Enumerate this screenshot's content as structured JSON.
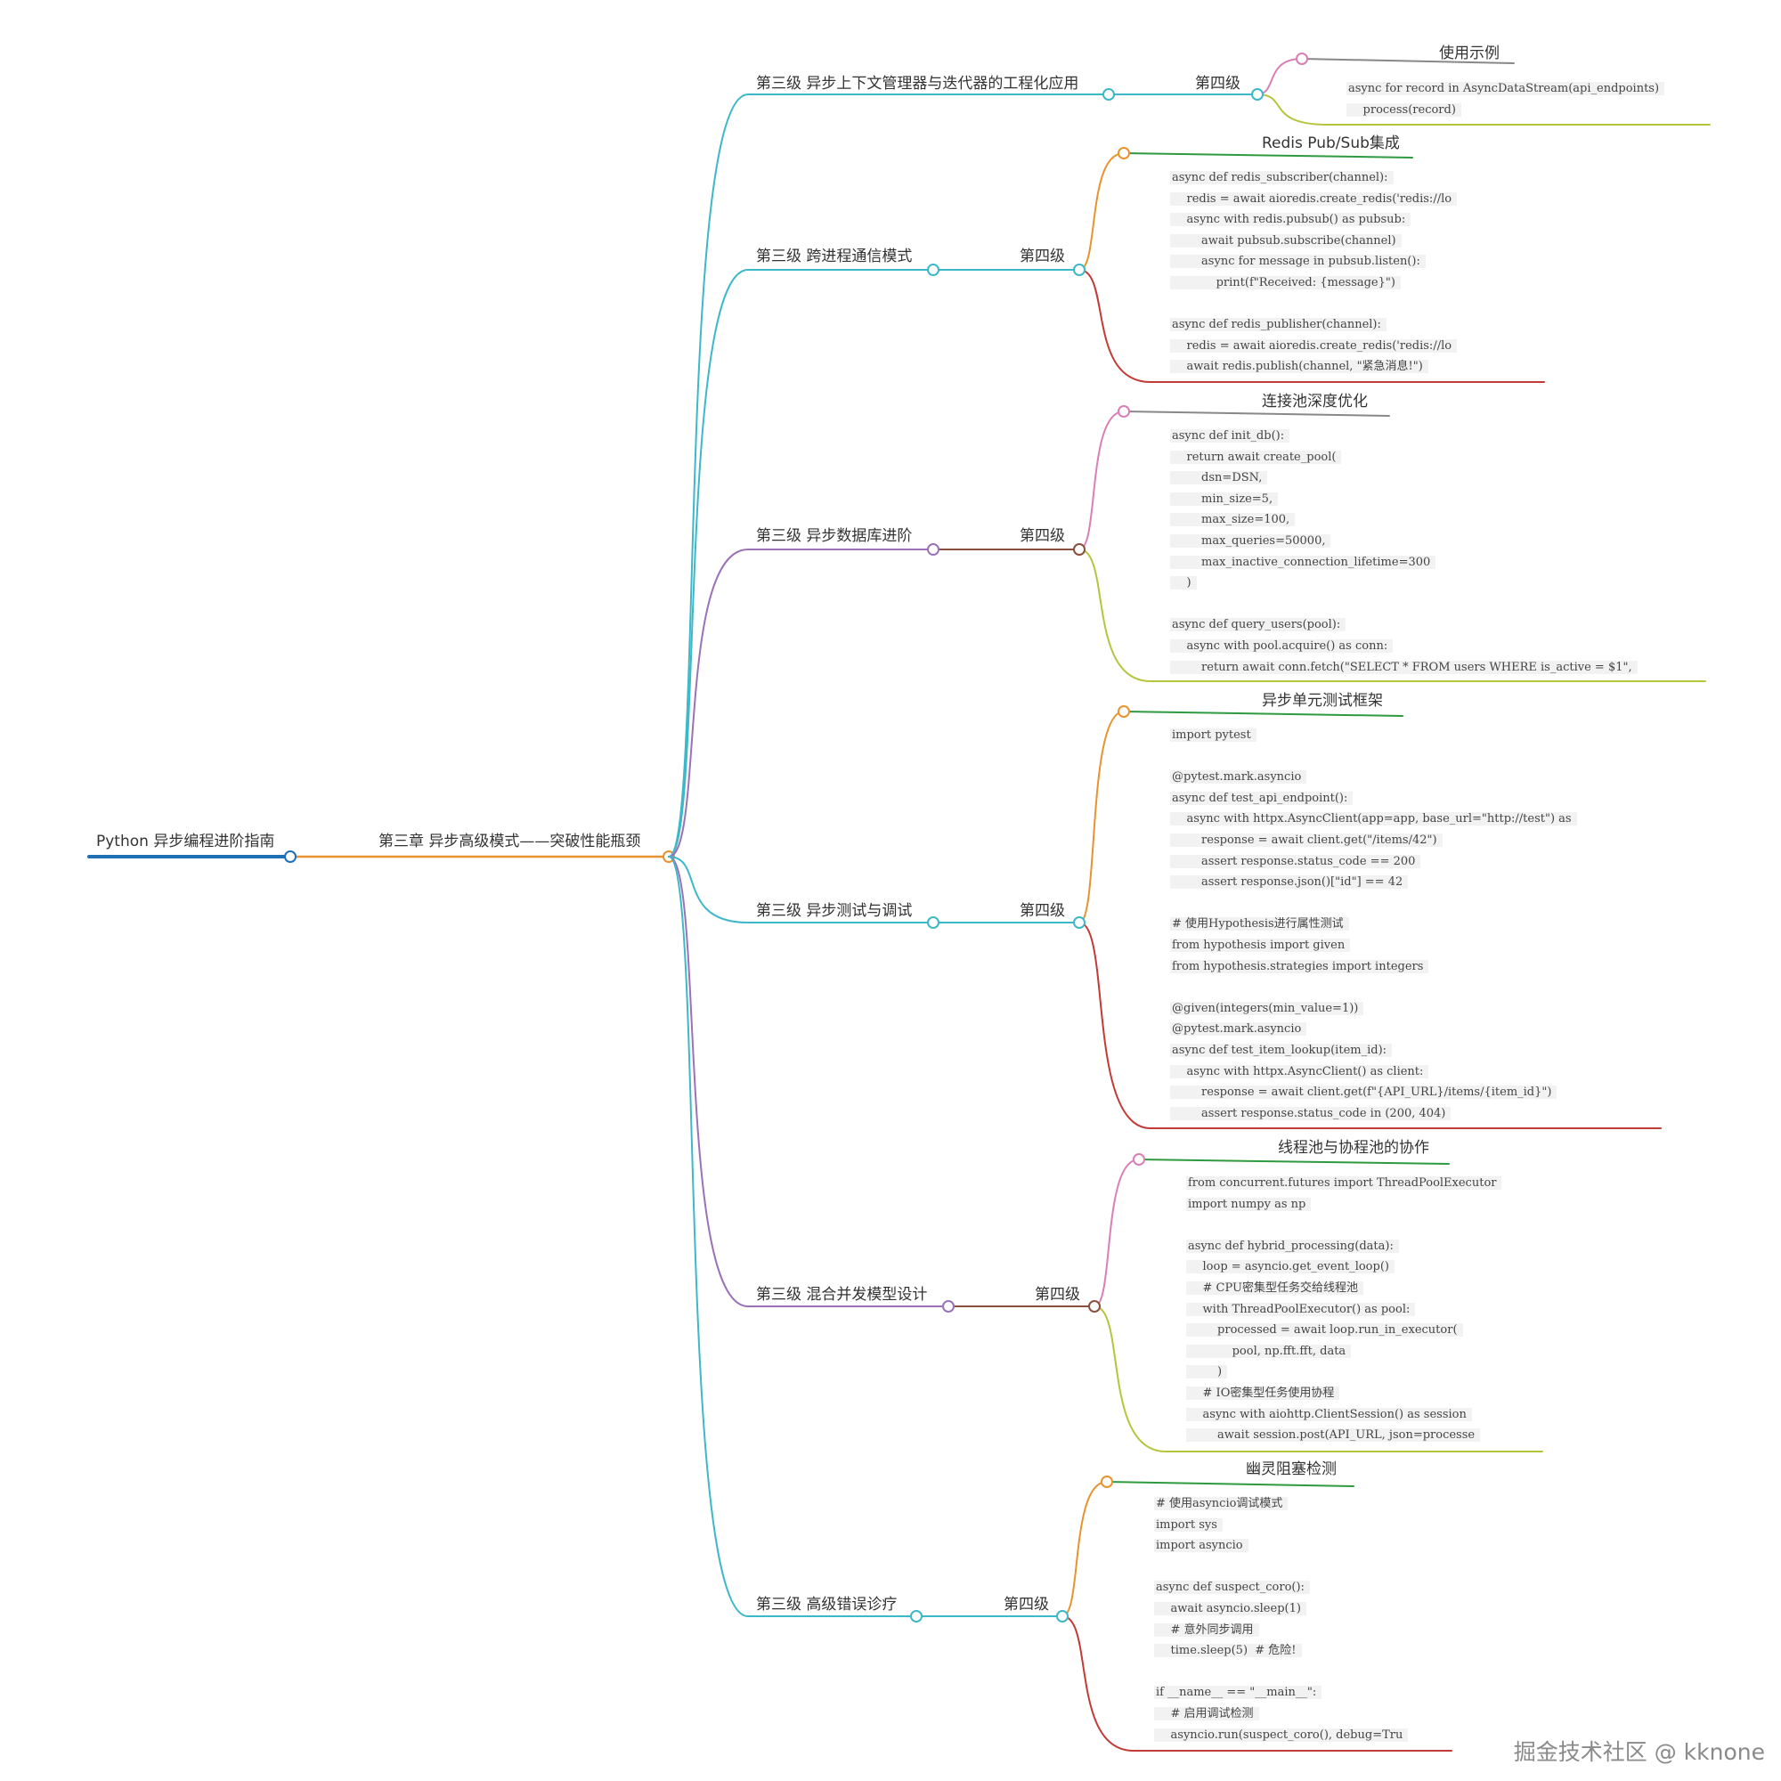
{
  "colors": {
    "blue": "#1f6fb5",
    "orange": "#e8932f",
    "teal": "#3db8c9",
    "purple": "#9b72b8",
    "brown": "#8a4f3e",
    "pink": "#d97fb6",
    "olive": "#b5c53b",
    "green": "#2e9a3f",
    "red": "#c23b36",
    "grey": "#888888",
    "node_fill": "#ffffff"
  },
  "root": {
    "label": "Python 异步编程进阶指南"
  },
  "chapter": {
    "label": "第三章 异步高级模式——突破性能瓶颈"
  },
  "branches": [
    {
      "id": "b1",
      "label": "第三级 异步上下文管理器与迭代器的工程化应用",
      "level4": "第四级",
      "children": [
        {
          "kind": "title",
          "label": "使用示例"
        },
        {
          "kind": "code",
          "lines": [
            "async for record in AsyncDataStream(api_endpoints)",
            "    process(record)"
          ]
        }
      ]
    },
    {
      "id": "b2",
      "label": "第三级 跨进程通信模式",
      "level4": "第四级",
      "children": [
        {
          "kind": "title",
          "label": "Redis Pub/Sub集成"
        },
        {
          "kind": "code",
          "lines": [
            "async def redis_subscriber(channel):",
            "    redis = await aioredis.create_redis('redis://lo",
            "    async with redis.pubsub() as pubsub:",
            "        await pubsub.subscribe(channel)",
            "        async for message in pubsub.listen():",
            "            print(f\"Received: {message}\")",
            "",
            "async def redis_publisher(channel):",
            "    redis = await aioredis.create_redis('redis://lo",
            "    await redis.publish(channel, \"紧急消息!\")"
          ]
        }
      ]
    },
    {
      "id": "b3",
      "label": "第三级 异步数据库进阶",
      "level4": "第四级",
      "children": [
        {
          "kind": "title",
          "label": "连接池深度优化"
        },
        {
          "kind": "code",
          "lines": [
            "async def init_db():",
            "    return await create_pool(",
            "        dsn=DSN,",
            "        min_size=5,",
            "        max_size=100,",
            "        max_queries=50000,",
            "        max_inactive_connection_lifetime=300",
            "    )",
            "",
            "async def query_users(pool):",
            "    async with pool.acquire() as conn:",
            "        return await conn.fetch(\"SELECT * FROM users WHERE is_active = $1\","
          ]
        }
      ]
    },
    {
      "id": "b4",
      "label": "第三级 异步测试与调试",
      "level4": "第四级",
      "children": [
        {
          "kind": "title",
          "label": "异步单元测试框架"
        },
        {
          "kind": "code",
          "lines": [
            "import pytest",
            "",
            "@pytest.mark.asyncio",
            "async def test_api_endpoint():",
            "    async with httpx.AsyncClient(app=app, base_url=\"http://test\") as",
            "        response = await client.get(\"/items/42\")",
            "        assert response.status_code == 200",
            "        assert response.json()[\"id\"] == 42",
            "",
            "# 使用Hypothesis进行属性测试",
            "from hypothesis import given",
            "from hypothesis.strategies import integers",
            "",
            "@given(integers(min_value=1))",
            "@pytest.mark.asyncio",
            "async def test_item_lookup(item_id):",
            "    async with httpx.AsyncClient() as client:",
            "        response = await client.get(f\"{API_URL}/items/{item_id}\")",
            "        assert response.status_code in (200, 404)"
          ]
        }
      ]
    },
    {
      "id": "b5",
      "label": "第三级 混合并发模型设计",
      "level4": "第四级",
      "children": [
        {
          "kind": "title",
          "label": "线程池与协程池的协作"
        },
        {
          "kind": "code",
          "lines": [
            "from concurrent.futures import ThreadPoolExecutor",
            "import numpy as np",
            "",
            "async def hybrid_processing(data):",
            "    loop = asyncio.get_event_loop()",
            "    # CPU密集型任务交给线程池",
            "    with ThreadPoolExecutor() as pool:",
            "        processed = await loop.run_in_executor(",
            "            pool, np.fft.fft, data",
            "        )",
            "    # IO密集型任务使用协程",
            "    async with aiohttp.ClientSession() as session",
            "        await session.post(API_URL, json=processe"
          ]
        }
      ]
    },
    {
      "id": "b6",
      "label": "第三级 高级错误诊疗",
      "level4": "第四级",
      "children": [
        {
          "kind": "title",
          "label": "幽灵阻塞检测"
        },
        {
          "kind": "code",
          "lines": [
            "# 使用asyncio调试模式",
            "import sys",
            "import asyncio",
            "",
            "async def suspect_coro():",
            "    await asyncio.sleep(1)",
            "    # 意外同步调用",
            "    time.sleep(5)  # 危险!",
            "",
            "if __name__ == \"__main__\":",
            "    # 启用调试检测",
            "    asyncio.run(suspect_coro(), debug=Tru"
          ]
        }
      ]
    }
  ],
  "watermark": "掘金技术社区 @ kknone"
}
